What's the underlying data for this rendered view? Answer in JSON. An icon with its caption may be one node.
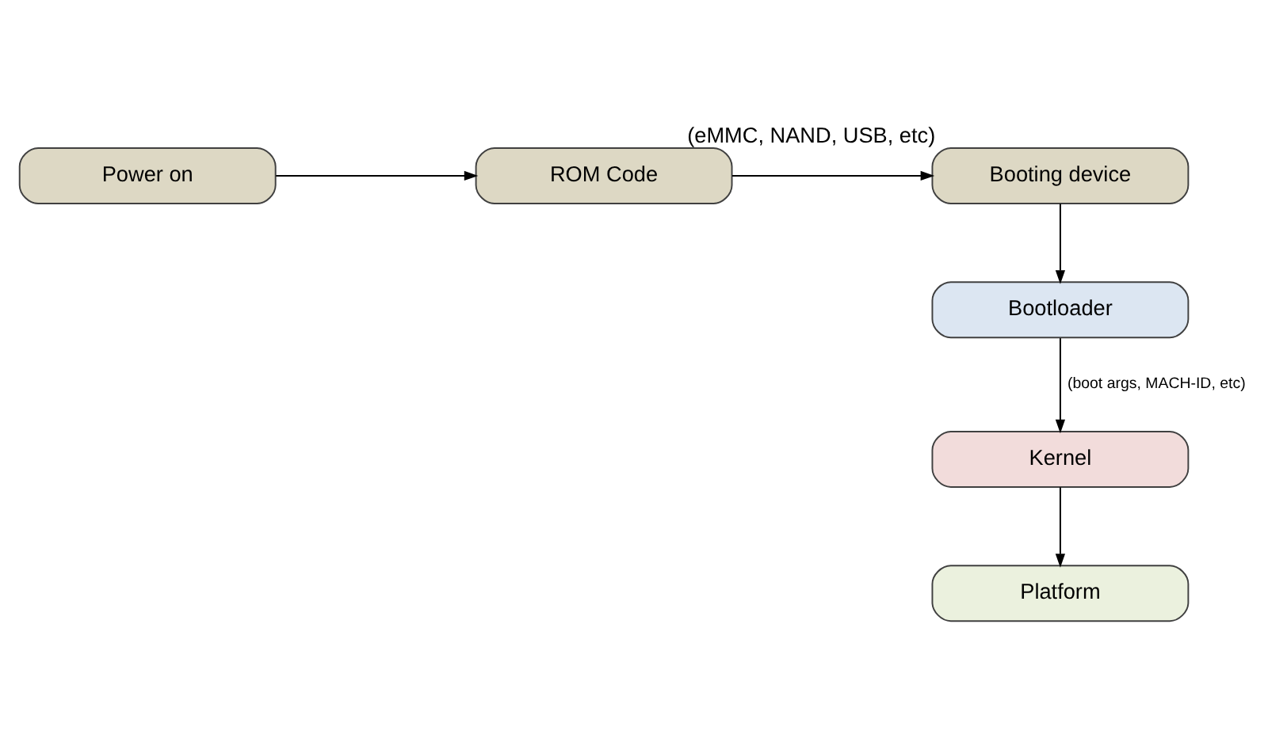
{
  "diagram": {
    "nodes": [
      {
        "text": [
          "Power on"
        ]
      },
      {
        "text": [
          "ROM Code"
        ]
      },
      {
        "text": [
          "Booting device"
        ],
        "beside": [
          "(eMMC, NAND, USB, etc)"
        ]
      },
      {
        "text": [
          "Bootloader"
        ]
      },
      {
        "text": [
          "Kernel"
        ]
      },
      {
        "text": [
          "Platform"
        ]
      }
    ],
    "edges": [
      {
        "from": 0,
        "to": 1,
        "arrow": "to"
      },
      {
        "from": 1,
        "to": 2,
        "arrow": "to"
      },
      {
        "from": 2,
        "to": 3,
        "arrow": "to"
      },
      {
        "from": 3,
        "to": 4,
        "arrow": "to",
        "label": "(boot args, MACH-ID, etc)"
      },
      {
        "from": 4,
        "to": 5,
        "arrow": "to"
      }
    ]
  }
}
